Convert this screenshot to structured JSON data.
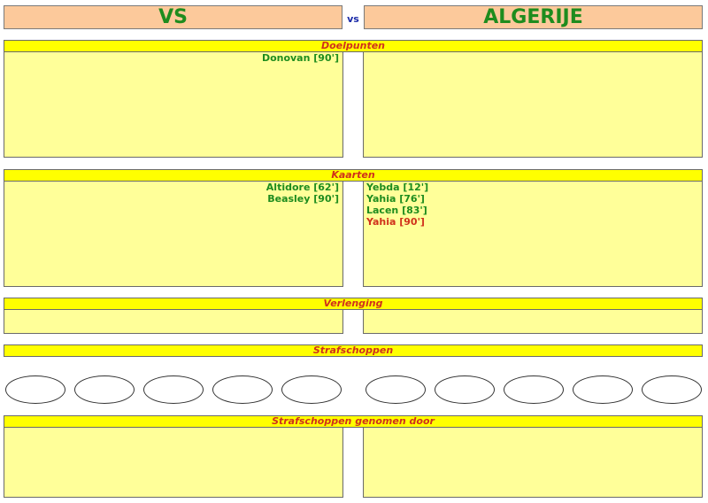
{
  "match": {
    "home_team": "VS",
    "away_team": "ALGERIJE",
    "versus_label": "vs"
  },
  "sections": {
    "goals_title": "Doelpunten",
    "cards_title": "Kaarten",
    "extra_time_title": "Verlenging",
    "penalties_title": "Strafschoppen",
    "penalty_takers_title": "Strafschoppen genomen door"
  },
  "goals": {
    "home": [
      {
        "text": "Donovan [90']",
        "color": "#1e8c1e"
      }
    ],
    "away": []
  },
  "cards": {
    "home": [
      {
        "text": "Altidore [62']",
        "color": "#1e8c1e"
      },
      {
        "text": "Beasley [90']",
        "color": "#1e8c1e"
      }
    ],
    "away": [
      {
        "text": "Yebda [12']",
        "color": "#1e8c1e"
      },
      {
        "text": "Yahia [76']",
        "color": "#1e8c1e"
      },
      {
        "text": "Lacen [83']",
        "color": "#1e8c1e"
      },
      {
        "text": "Yahia [90']",
        "color": "#d0311b"
      }
    ]
  },
  "penalties": {
    "home_attempts": 5,
    "away_attempts": 5
  },
  "colors": {
    "team_bg": "#fcc99b",
    "bar_bg": "#ffff00",
    "box_bg": "#ffff99",
    "text_green": "#1e8c1e",
    "text_red": "#d0311b"
  }
}
